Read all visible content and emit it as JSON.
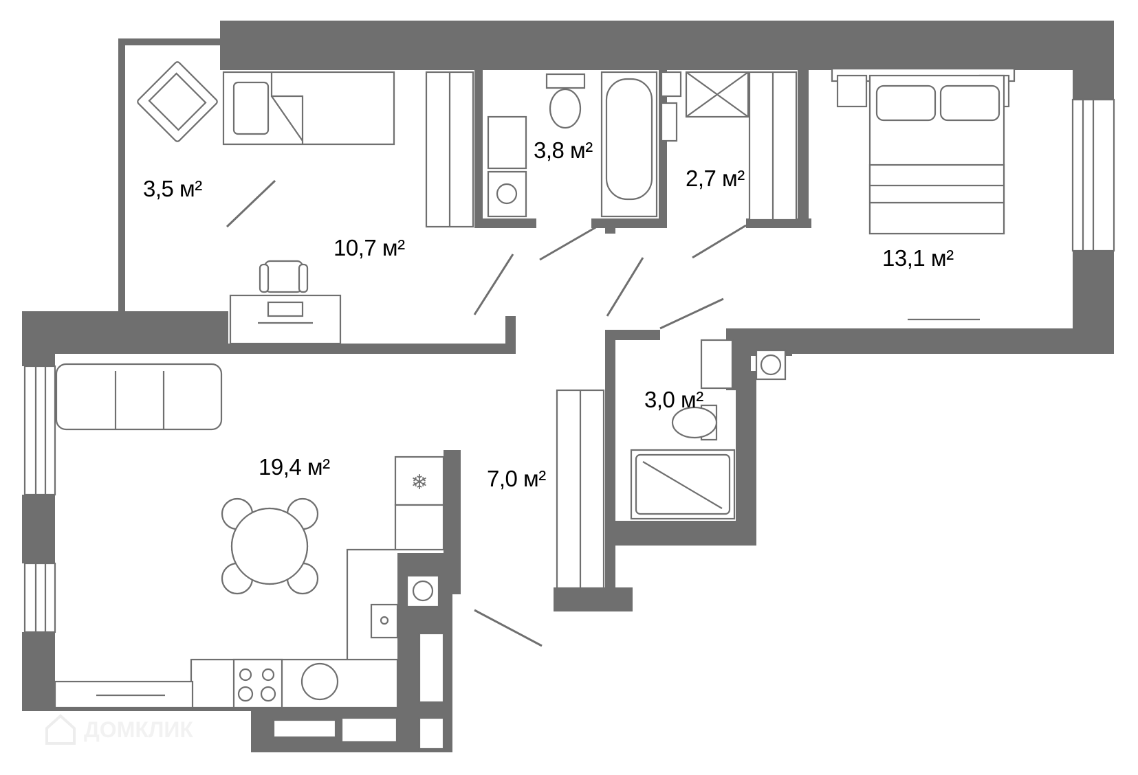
{
  "rooms": {
    "balcony": {
      "area": "3,5 м²"
    },
    "bedroom_small": {
      "area": "10,7 м²"
    },
    "bathroom": {
      "area": "3,8 м²"
    },
    "wardrobe": {
      "area": "2,7 м²"
    },
    "bedroom_master": {
      "area": "13,1 м²"
    },
    "living_kitchen": {
      "area": "19,4 м²"
    },
    "hallway": {
      "area": "7,0 м²"
    },
    "toilet": {
      "area": "3,0 м²"
    }
  },
  "watermark": {
    "text": "ДОМКЛИК"
  },
  "colors": {
    "wall": "#6f6f6f",
    "background": "#ffffff"
  }
}
